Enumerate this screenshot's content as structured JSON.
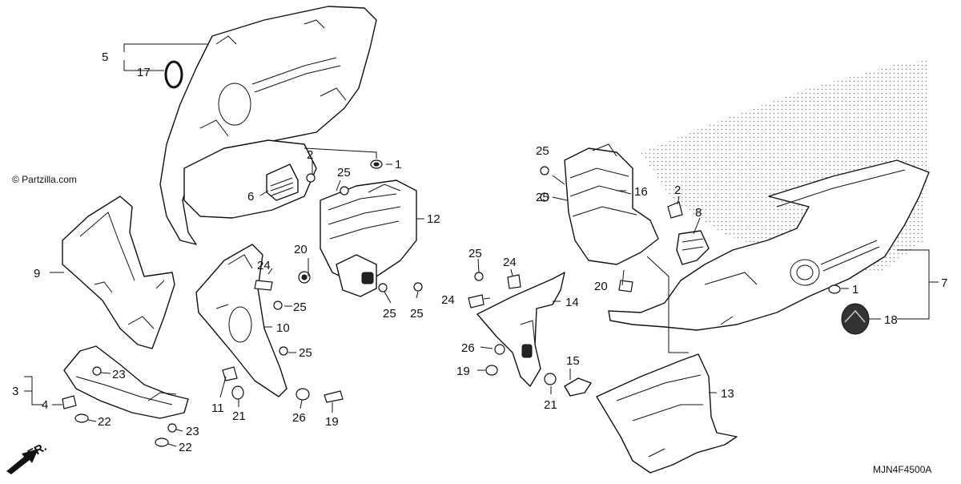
{
  "watermark": "© Partzilla.com",
  "diagram_code": "MJN4F4500A",
  "direction_label": "FR.",
  "callouts": [
    {
      "id": "c5",
      "text": "5"
    },
    {
      "id": "c17",
      "text": "17"
    },
    {
      "id": "c1a",
      "text": "1"
    },
    {
      "id": "c2a",
      "text": "2"
    },
    {
      "id": "c25a",
      "text": "25"
    },
    {
      "id": "c6",
      "text": "6"
    },
    {
      "id": "c12",
      "text": "12"
    },
    {
      "id": "c9",
      "text": "9"
    },
    {
      "id": "c20a",
      "text": "20"
    },
    {
      "id": "c24a",
      "text": "24"
    },
    {
      "id": "c25b",
      "text": "25"
    },
    {
      "id": "c25c",
      "text": "25"
    },
    {
      "id": "c25d",
      "text": "25"
    },
    {
      "id": "c10",
      "text": "10"
    },
    {
      "id": "c25e",
      "text": "25"
    },
    {
      "id": "c3",
      "text": "3"
    },
    {
      "id": "c4",
      "text": "4"
    },
    {
      "id": "c23a",
      "text": "23"
    },
    {
      "id": "c22a",
      "text": "22"
    },
    {
      "id": "c23b",
      "text": "23"
    },
    {
      "id": "c22b",
      "text": "22"
    },
    {
      "id": "c11",
      "text": "11"
    },
    {
      "id": "c21a",
      "text": "21"
    },
    {
      "id": "c26a",
      "text": "26"
    },
    {
      "id": "c19a",
      "text": "19"
    },
    {
      "id": "c25f",
      "text": "25"
    },
    {
      "id": "c16",
      "text": "16"
    },
    {
      "id": "c25g",
      "text": "25"
    },
    {
      "id": "c2b",
      "text": "2"
    },
    {
      "id": "c8",
      "text": "8"
    },
    {
      "id": "c25h",
      "text": "25"
    },
    {
      "id": "c24b",
      "text": "24"
    },
    {
      "id": "c20b",
      "text": "20"
    },
    {
      "id": "c24c",
      "text": "24"
    },
    {
      "id": "c14",
      "text": "14"
    },
    {
      "id": "c7",
      "text": "7"
    },
    {
      "id": "c1b",
      "text": "1"
    },
    {
      "id": "c18",
      "text": "18"
    },
    {
      "id": "c26b",
      "text": "26"
    },
    {
      "id": "c15",
      "text": "15"
    },
    {
      "id": "c19b",
      "text": "19"
    },
    {
      "id": "c21b",
      "text": "21"
    },
    {
      "id": "c13",
      "text": "13"
    }
  ]
}
